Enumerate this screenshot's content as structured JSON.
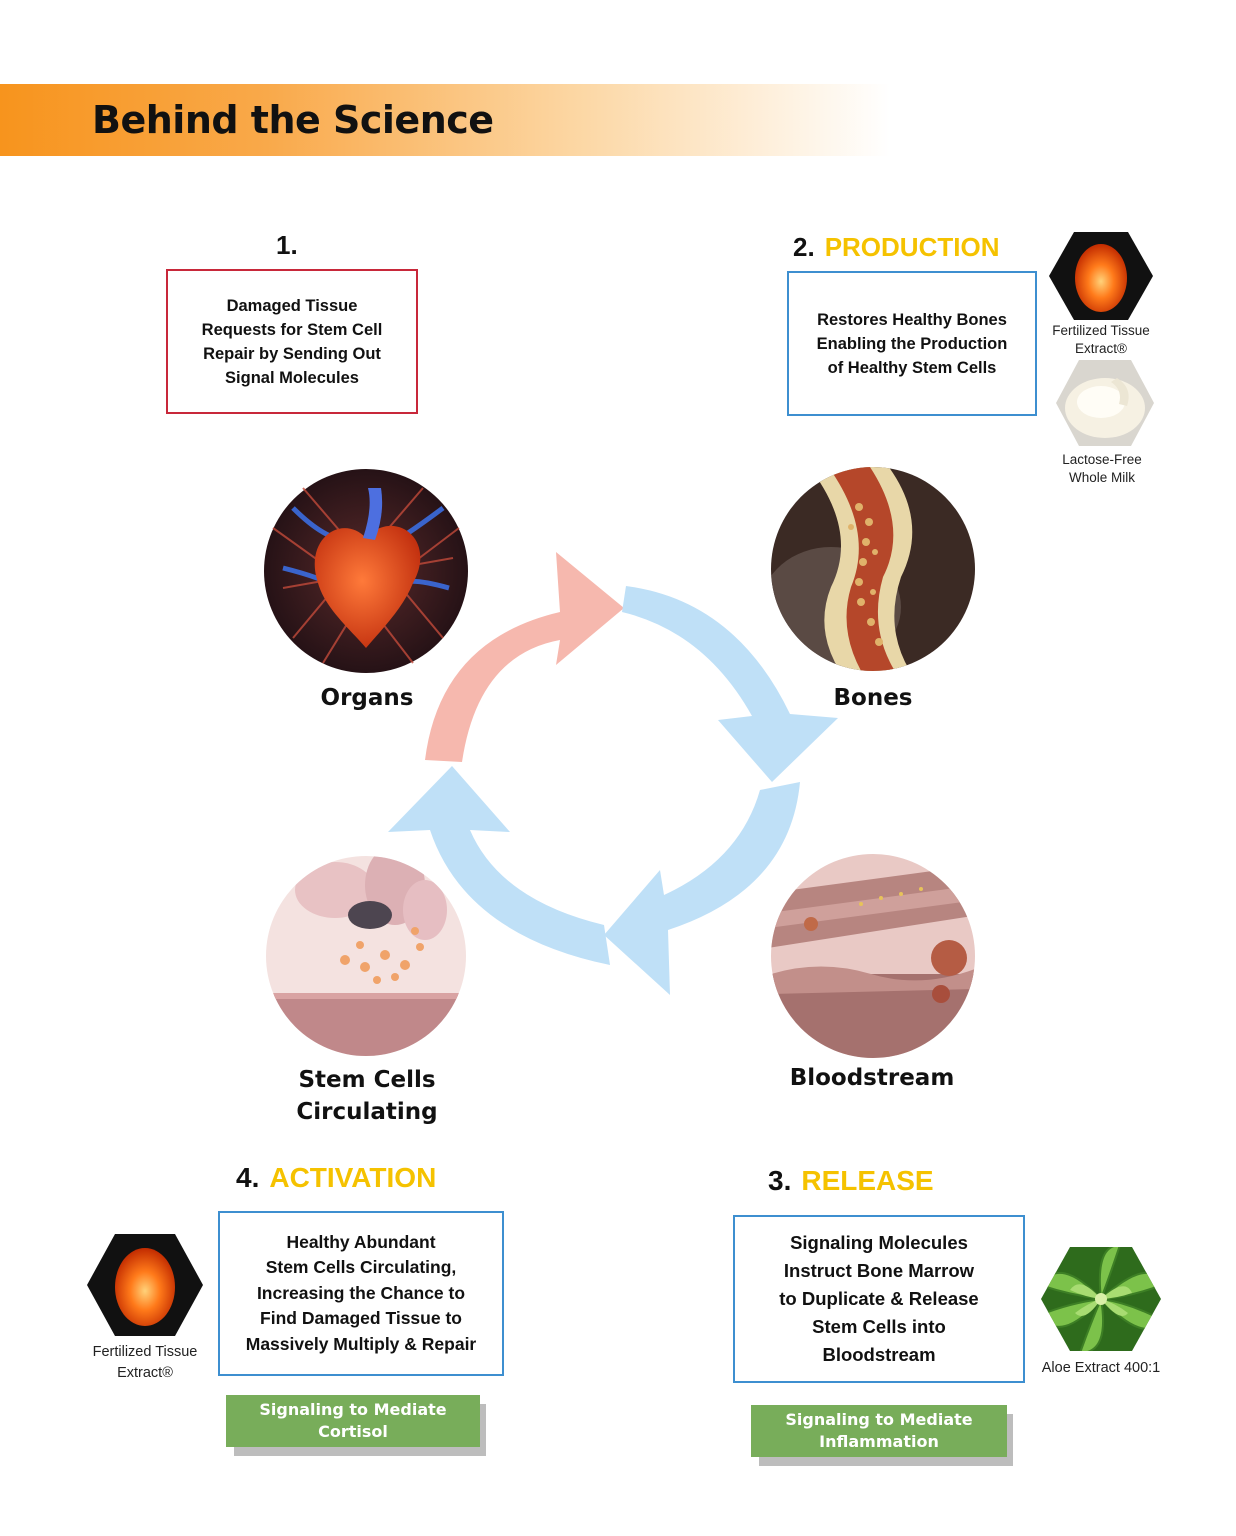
{
  "header": {
    "title": "Behind the Science"
  },
  "steps": {
    "organs": {
      "number": "1.",
      "name": "",
      "box_text": "Damaged Tissue\nRequests for Stem Cell\nRepair by Sending Out\nSignal Molecules",
      "circle_label": "Organs"
    },
    "bones": {
      "number": "2.",
      "name": "PRODUCTION",
      "box_text": "Restores Healthy Bones\nEnabling the Production\nof Healthy Stem Cells",
      "circle_label": "Bones"
    },
    "bloodstream": {
      "number": "3.",
      "name": "RELEASE",
      "box_text": "Signaling Molecules\nInstruct Bone Marrow\nto Duplicate & Release\nStem Cells into\nBloodstream",
      "circle_label": "Bloodstream",
      "tag": "Signaling to Mediate\nInflammation"
    },
    "stem_cells": {
      "number": "4.",
      "name": "ACTIVATION",
      "box_text": "Healthy Abundant\nStem Cells Circulating,\nIncreasing the Chance to\nFind Damaged Tissue to\nMassively Multiply & Repair",
      "circle_label": "Stem Cells\nCirculating",
      "tag": "Signaling to Mediate\nCortisol"
    }
  },
  "ingredients": {
    "egg_top": "Fertilized Tissue\nExtract®",
    "milk": "Lactose-Free\nWhole Milk",
    "aloe": "Aloe Extract 400:1",
    "egg_bottom": "Fertilized Tissue\nExtract®"
  },
  "icons": {
    "egg": "glowing-egg-icon",
    "milk": "milk-icon",
    "aloe": "aloe-icon",
    "organs": "heart-organ-icon",
    "bones": "bone-marrow-icon",
    "bloodstream": "blood-vessel-icon",
    "stem_cells": "stem-cells-icon"
  },
  "colors": {
    "accent_yellow": "#f5c200",
    "banner_orange": "#f7941d",
    "box_red": "#c8283a",
    "box_blue": "#3d8fd0",
    "tag_green": "#78ad5a",
    "arrow_pink": "#f6b8ae",
    "arrow_blue": "#bfe0f7"
  }
}
